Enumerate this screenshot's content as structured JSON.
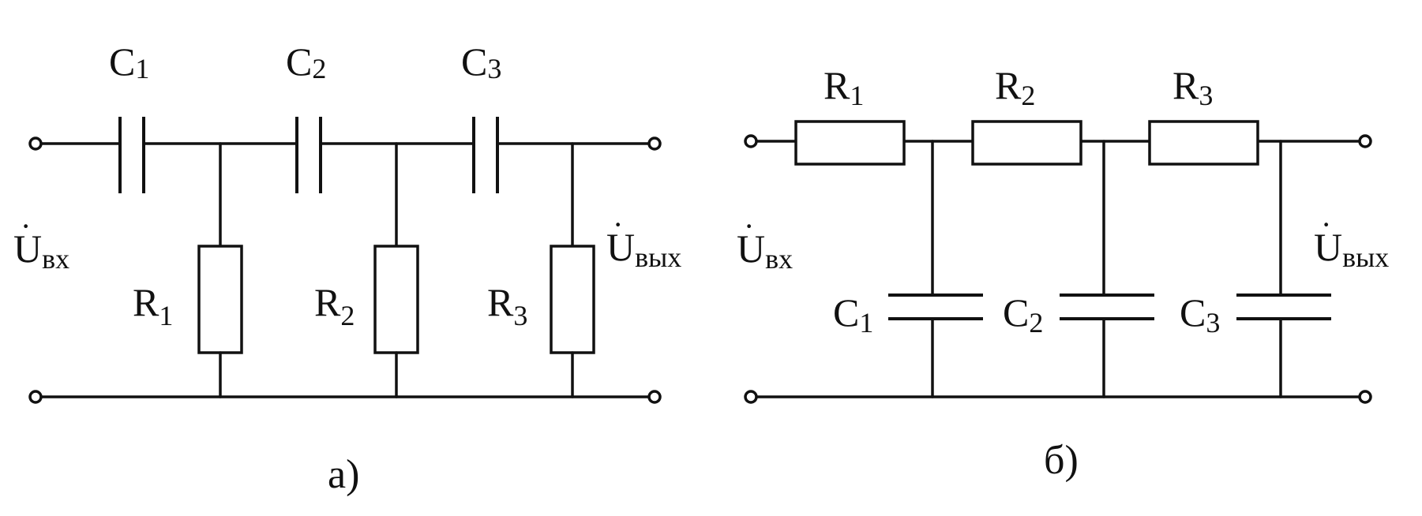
{
  "circuit_a": {
    "caption": "а)",
    "capacitors": [
      {
        "letter": "C",
        "index": "1"
      },
      {
        "letter": "C",
        "index": "2"
      },
      {
        "letter": "C",
        "index": "3"
      }
    ],
    "resistors": [
      {
        "letter": "R",
        "index": "1"
      },
      {
        "letter": "R",
        "index": "2"
      },
      {
        "letter": "R",
        "index": "3"
      }
    ],
    "input_voltage": {
      "symbol": "U",
      "dot": "·",
      "subscript": "вх"
    },
    "output_voltage": {
      "symbol": "U",
      "dot": "·",
      "subscript": "вых"
    }
  },
  "circuit_b": {
    "caption": "б)",
    "resistors": [
      {
        "letter": "R",
        "index": "1"
      },
      {
        "letter": "R",
        "index": "2"
      },
      {
        "letter": "R",
        "index": "3"
      }
    ],
    "capacitors": [
      {
        "letter": "C",
        "index": "1"
      },
      {
        "letter": "C",
        "index": "2"
      },
      {
        "letter": "C",
        "index": "3"
      }
    ],
    "input_voltage": {
      "symbol": "U",
      "dot": "·",
      "subscript": "вх"
    },
    "output_voltage": {
      "symbol": "U",
      "dot": "·",
      "subscript": "вых"
    }
  }
}
